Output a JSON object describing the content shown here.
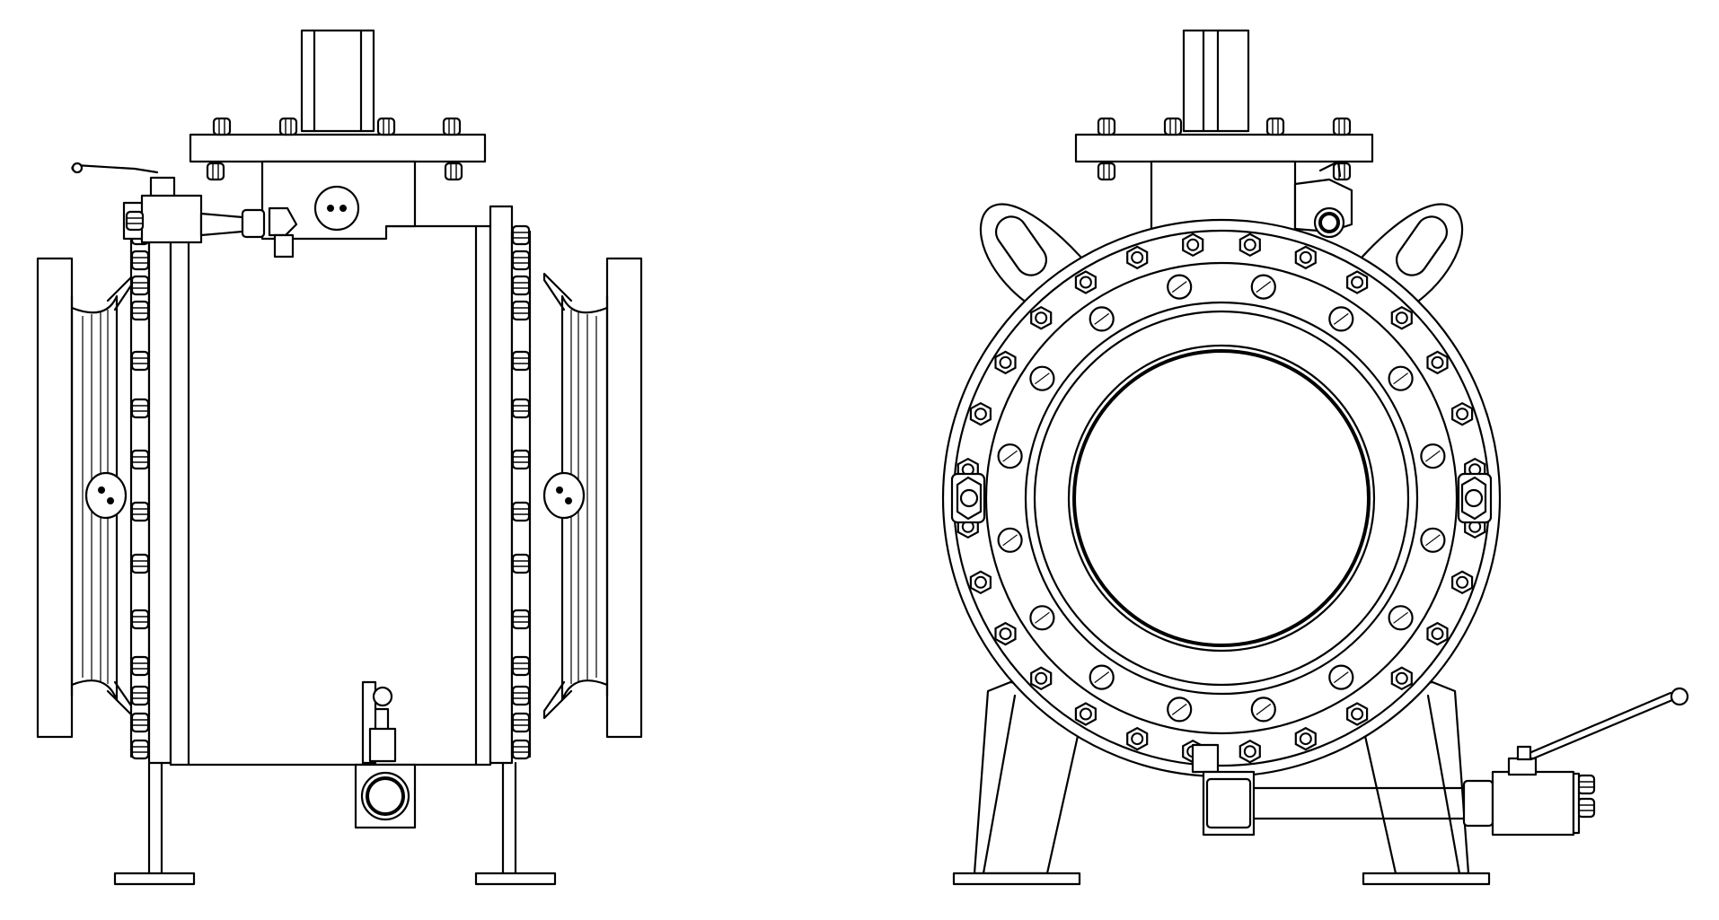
{
  "drawing": {
    "colors": {
      "line": "#000000",
      "background": "#ffffff"
    },
    "views": [
      {
        "id": "side-view",
        "kind": "side elevation"
      },
      {
        "id": "front-view",
        "kind": "front elevation"
      }
    ]
  }
}
